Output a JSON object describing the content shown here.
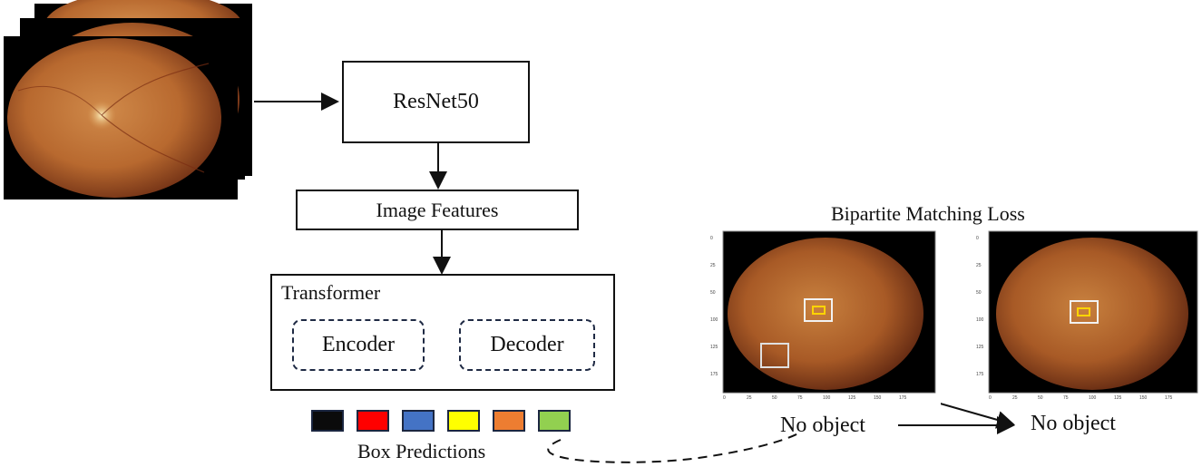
{
  "backbone": {
    "label": "ResNet50"
  },
  "features": {
    "label": "Image Features"
  },
  "transformer": {
    "label": "Transformer",
    "encoder": "Encoder",
    "decoder": "Decoder"
  },
  "box_predictions": {
    "label": "Box Predictions",
    "swatches": [
      "#0b0b0b",
      "#ff0000",
      "#4473c5",
      "#ffff00",
      "#ed7d31",
      "#92d050"
    ]
  },
  "matching": {
    "title": "Bipartite Matching Loss"
  },
  "no_object_left": "No object",
  "no_object_right": "No object",
  "colors": {
    "fundus_center": "#c27a3e",
    "fundus_edge": "#5a2410",
    "box_white": "#f2f2f2",
    "box_yellow": "#ffd400"
  }
}
